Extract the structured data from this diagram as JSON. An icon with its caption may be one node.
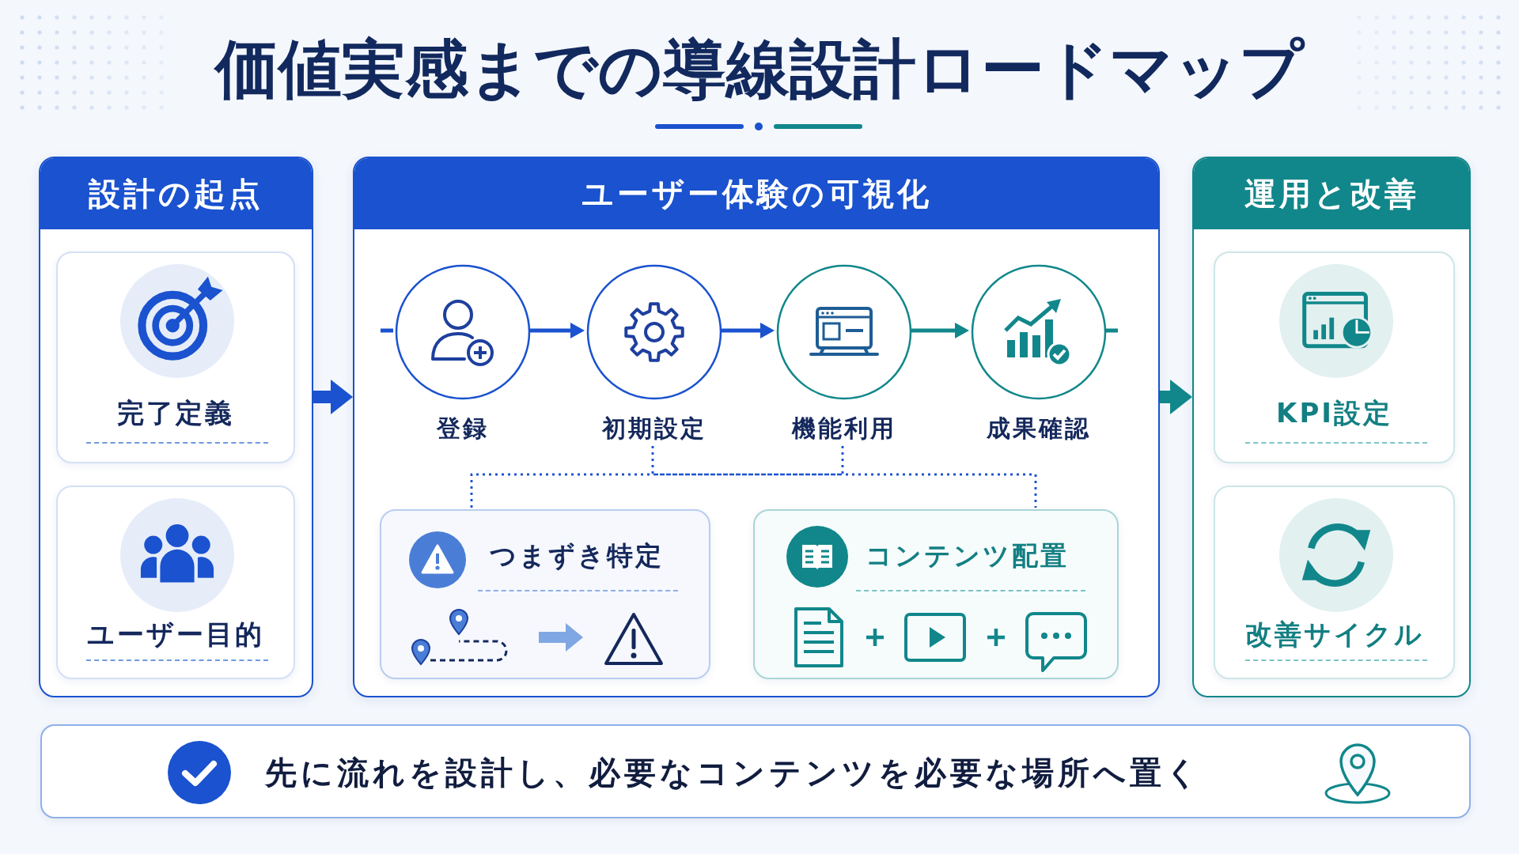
{
  "diagram": {
    "title": "価値実感までの導線設計ロードマップ",
    "nodes": [
      {
        "text": [
          "設計の起点"
        ]
      },
      {
        "text": [
          "完了定義"
        ],
        "in": 0
      },
      {
        "text": [
          "ユーザー目的"
        ],
        "in": 0
      },
      {
        "text": [
          "ユーザー体験の可視化"
        ]
      },
      {
        "text": [
          "登録"
        ],
        "in": 3
      },
      {
        "text": [
          "初期設定"
        ],
        "in": 3
      },
      {
        "text": [
          "機能利用"
        ],
        "in": 3
      },
      {
        "text": [
          "成果確認"
        ],
        "in": 3
      },
      {
        "text": [
          "つまずき特定"
        ],
        "in": 3
      },
      {
        "text": [
          "コンテンツ配置"
        ],
        "in": 3
      },
      {
        "text": [
          "運用と改善"
        ]
      },
      {
        "text": [
          "KPI設定"
        ],
        "in": 10
      },
      {
        "text": [
          "改善サイクル"
        ],
        "in": 10
      },
      {
        "text": [
          "先に流れを設計し、必要なコンテンツを必要な場所へ置く"
        ]
      }
    ],
    "edges": [
      {
        "from": 0,
        "to": 3,
        "arrow": "to",
        "style": "thick"
      },
      {
        "from": 3,
        "to": 10,
        "arrow": "to",
        "style": "thick",
        "color": "#11878b"
      },
      {
        "from": null,
        "to": 4,
        "arrow": "none"
      },
      {
        "from": 4,
        "to": 5,
        "arrow": "to"
      },
      {
        "from": 5,
        "to": 6,
        "arrow": "to"
      },
      {
        "from": 6,
        "to": 7,
        "arrow": "to",
        "color": "#11878b"
      },
      {
        "from": 7,
        "to": null,
        "arrow": "none",
        "color": "#11878b"
      },
      {
        "from": 5,
        "to": 8,
        "arrow": "none",
        "style": "dashed"
      },
      {
        "from": 5,
        "to": 9,
        "arrow": "none",
        "style": "dashed"
      },
      {
        "from": 6,
        "to": 8,
        "arrow": "none",
        "style": "dashed"
      },
      {
        "from": 6,
        "to": 9,
        "arrow": "none",
        "style": "dashed"
      }
    ]
  }
}
